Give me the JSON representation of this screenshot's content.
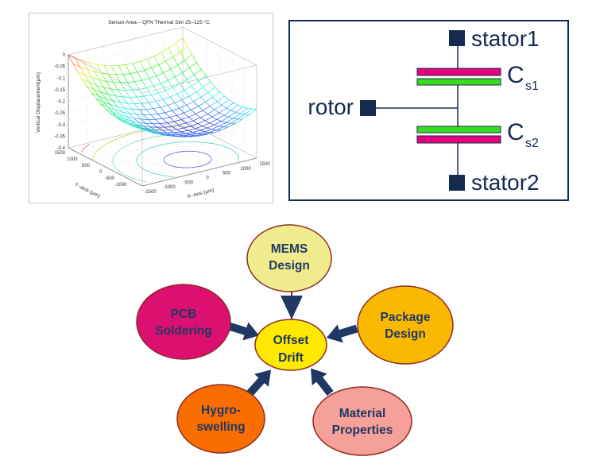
{
  "colors": {
    "navy": "#132B4F",
    "text_navy": "#1F3864",
    "arrow_navy": "#1F3864",
    "magenta": "#E6007E",
    "green": "#3ADC1E",
    "dark_red": "#8E2B21",
    "plot_title_gray": "#333333"
  },
  "chart_data": {
    "type": "surface",
    "title": "Sensor Area – QFN Thermal Sim 25–125 °C",
    "xlabel": "X–axis (μm)",
    "ylabel": "Y–axis (μm)",
    "zlabel": "Vertical Displacement(μm)",
    "x_ticks": [
      "-1500",
      "-1000",
      "-500",
      "0",
      "500",
      "1000",
      "1500"
    ],
    "y_ticks": [
      "1500",
      "1000",
      "500",
      "0",
      "-500",
      "-1000"
    ],
    "z_ticks": [
      "0",
      "-0.05",
      "-0.1",
      "-0.15",
      "-0.2",
      "-0.25",
      "-0.3",
      "-0.35",
      "-0.4"
    ],
    "x_range_um": [
      -1500,
      1500
    ],
    "y_range_um": [
      -1500,
      1500
    ],
    "z_range_um": [
      -0.4,
      0
    ],
    "grid": true,
    "surface": {
      "shape": "bowl",
      "z_min": -0.27,
      "z_at_far_corner": 0,
      "bowl_center": [
        0.15,
        -0.45
      ]
    },
    "contours": [
      {
        "r": 0.35,
        "color": "#5b5bdb"
      },
      {
        "r": 0.75,
        "color": "#4ecccc"
      },
      {
        "r": 1.1,
        "color": "#7fd9c9"
      },
      {
        "r": 1.4,
        "color": "#cdd24e"
      },
      {
        "r": 1.62,
        "color": "#e05c5c"
      }
    ]
  },
  "schematic": {
    "stator1": "stator1",
    "rotor": "rotor",
    "stator2": "stator2",
    "cap1": {
      "main": "C",
      "sub": "s1"
    },
    "cap2": {
      "main": "C",
      "sub": "s2"
    }
  },
  "concept_map": {
    "center": {
      "lines": [
        "Offset",
        "Drift"
      ],
      "fill": "#FFE900"
    },
    "nodes": [
      {
        "id": "mems-design",
        "lines": [
          "MEMS",
          "Design"
        ],
        "fill": "#F0EC8D"
      },
      {
        "id": "pcb-soldering",
        "lines": [
          "PCB",
          "Soldering"
        ],
        "fill": "#DC1071"
      },
      {
        "id": "package-design",
        "lines": [
          "Package",
          "Design"
        ],
        "fill": "#FAB900"
      },
      {
        "id": "hygro-swelling",
        "lines": [
          "Hygro-",
          "swelling"
        ],
        "fill": "#FA6E00"
      },
      {
        "id": "material-properties",
        "lines": [
          "Material",
          "Properties"
        ],
        "fill": "#F5A099"
      }
    ]
  }
}
